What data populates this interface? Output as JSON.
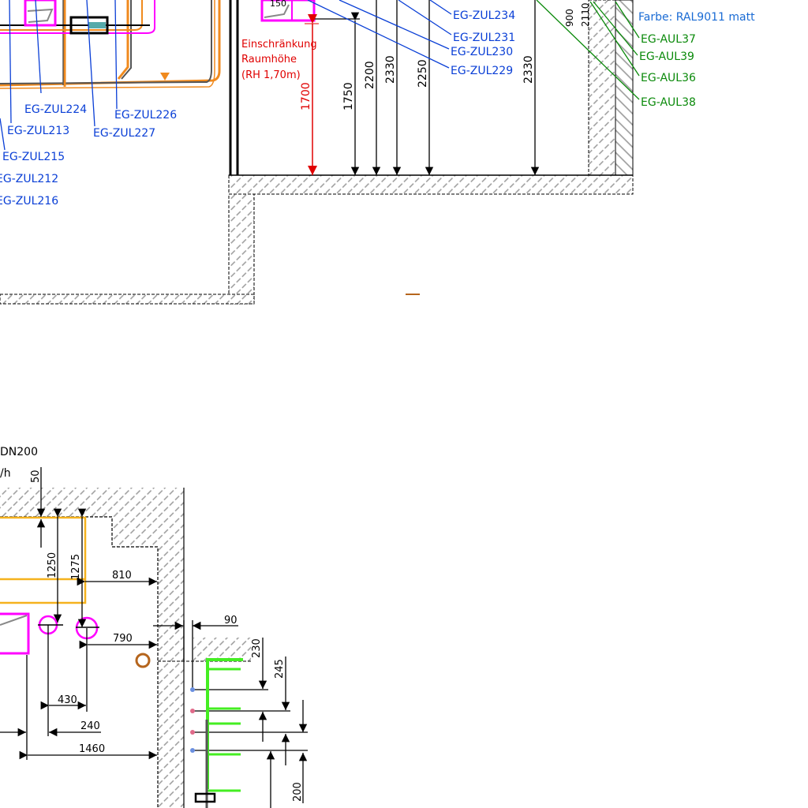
{
  "colors": {
    "supply_label": "#0a3fd6",
    "outdoor_label": "#0b8a0b",
    "restriction": "#e00000",
    "duct": "#f08a1e",
    "equipment": "#ff00ff",
    "pipe": "#44ee22"
  },
  "top_view": {
    "supply_labels_left": [
      "EG-ZUL224",
      "EG-ZUL213",
      "EG-ZUL215",
      "EG-ZUL212",
      "EG-ZUL216",
      "EG-ZUL226",
      "EG-ZUL227"
    ],
    "supply_labels_right": [
      "EG-ZUL234",
      "EG-ZUL231",
      "EG-ZUL230",
      "EG-ZUL229"
    ],
    "outdoor_labels": [
      "EG-AUL37",
      "EG-AUL39",
      "EG-AUL36",
      "EG-AUL38"
    ],
    "color_note": "Farbe: RAL9011 matt",
    "restriction": {
      "line1": "Einschränkung",
      "line2": "Raumhöhe",
      "line3": "(RH 1,70m)",
      "dim": "1700"
    },
    "box_label": "150",
    "dims": [
      "1750",
      "2200",
      "2330",
      "2250",
      "2330",
      "900",
      "2110"
    ]
  },
  "bottom_view": {
    "pipe_label": "DN200",
    "flow_unit": "/h",
    "dims": {
      "d50": "50",
      "d1250": "1250",
      "d1275": "1275",
      "d810": "810",
      "d790": "790",
      "d90": "90",
      "d230": "230",
      "d245": "245",
      "d430": "430",
      "d240": "240",
      "d1460": "1460",
      "d200": "200"
    }
  }
}
